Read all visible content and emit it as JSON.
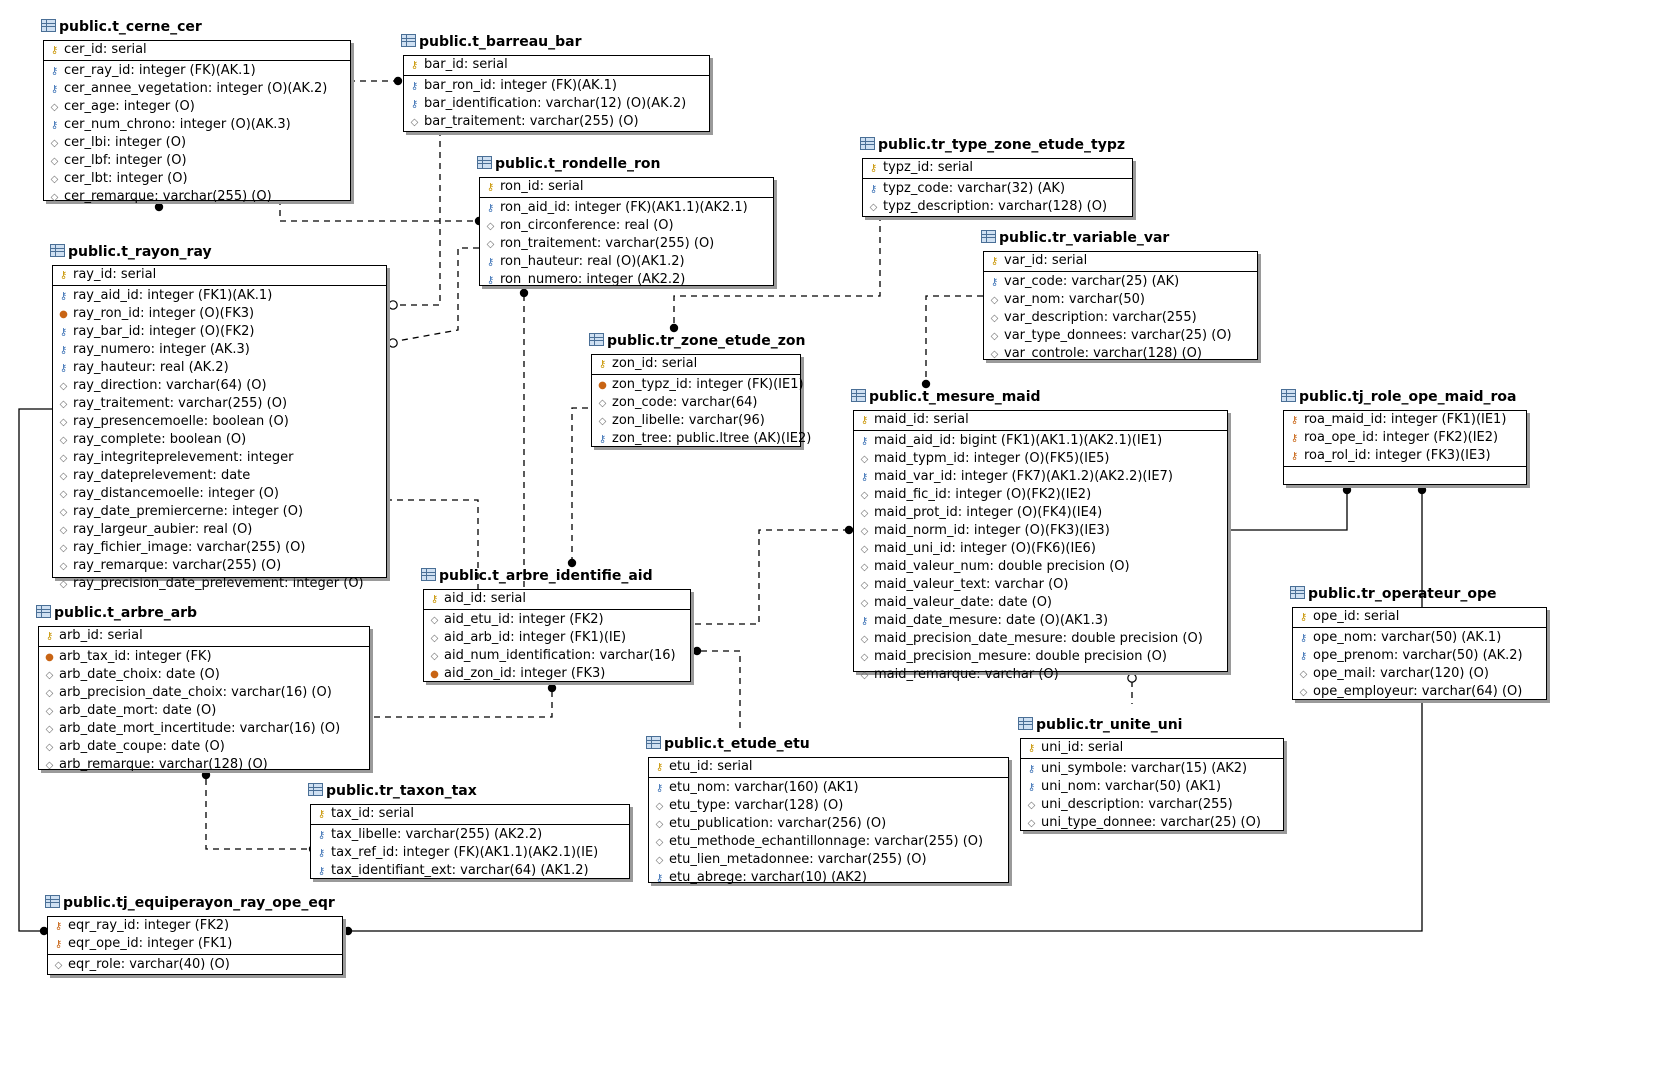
{
  "tables": [
    {
      "id": "cer",
      "name": "public.t_cerne_cer",
      "pk": [
        [
          "pk",
          "cer_id: serial"
        ]
      ],
      "cols": [
        [
          "fkak",
          "cer_ray_id: integer (FK)(AK.1)"
        ],
        [
          "ak",
          "cer_annee_vegetation: integer (O)(AK.2)"
        ],
        [
          "col",
          "cer_age: integer (O)"
        ],
        [
          "ak",
          "cer_num_chrono: integer (O)(AK.3)"
        ],
        [
          "col",
          "cer_lbi: integer (O)"
        ],
        [
          "col",
          "cer_lbf: integer (O)"
        ],
        [
          "col",
          "cer_lbt: integer (O)"
        ],
        [
          "col",
          "cer_remarque: varchar(255) (O)"
        ]
      ]
    },
    {
      "id": "bar",
      "name": "public.t_barreau_bar",
      "pk": [
        [
          "pk",
          "bar_id: serial"
        ]
      ],
      "cols": [
        [
          "fkak",
          "bar_ron_id: integer (FK)(AK.1)"
        ],
        [
          "ak",
          "bar_identification: varchar(12) (O)(AK.2)"
        ],
        [
          "col",
          "bar_traitement: varchar(255) (O)"
        ]
      ]
    },
    {
      "id": "ron",
      "name": "public.t_rondelle_ron",
      "pk": [
        [
          "pk",
          "ron_id: serial"
        ]
      ],
      "cols": [
        [
          "fkak",
          "ron_aid_id: integer (FK)(AK1.1)(AK2.1)"
        ],
        [
          "col",
          "ron_circonference: real (O)"
        ],
        [
          "col",
          "ron_traitement: varchar(255) (O)"
        ],
        [
          "ak",
          "ron_hauteur: real (O)(AK1.2)"
        ],
        [
          "ak",
          "ron_numero: integer (AK2.2)"
        ]
      ]
    },
    {
      "id": "typz",
      "name": "public.tr_type_zone_etude_typz",
      "pk": [
        [
          "pk",
          "typz_id: serial"
        ]
      ],
      "cols": [
        [
          "ak",
          "typz_code: varchar(32) (AK)"
        ],
        [
          "col",
          "typz_description: varchar(128) (O)"
        ]
      ]
    },
    {
      "id": "var",
      "name": "public.tr_variable_var",
      "pk": [
        [
          "pk",
          "var_id: serial"
        ]
      ],
      "cols": [
        [
          "ak",
          "var_code: varchar(25) (AK)"
        ],
        [
          "col",
          "var_nom: varchar(50)"
        ],
        [
          "col",
          "var_description: varchar(255)"
        ],
        [
          "col",
          "var_type_donnees: varchar(25) (O)"
        ],
        [
          "col",
          "var_controle: varchar(128) (O)"
        ]
      ]
    },
    {
      "id": "ray",
      "name": "public.t_rayon_ray",
      "pk": [
        [
          "pk",
          "ray_id: serial"
        ]
      ],
      "cols": [
        [
          "ak",
          "ray_aid_id: integer (FK1)(AK.1)"
        ],
        [
          "fk",
          "ray_ron_id: integer (O)(FK3)"
        ],
        [
          "ak",
          "ray_bar_id: integer (O)(FK2)"
        ],
        [
          "ak",
          "ray_numero: integer (AK.3)"
        ],
        [
          "ak",
          "ray_hauteur: real (AK.2)"
        ],
        [
          "col",
          "ray_direction: varchar(64) (O)"
        ],
        [
          "col",
          "ray_traitement: varchar(255) (O)"
        ],
        [
          "col",
          "ray_presencemoelle: boolean (O)"
        ],
        [
          "col",
          "ray_complete: boolean (O)"
        ],
        [
          "col",
          "ray_integriteprelevement: integer"
        ],
        [
          "col",
          "ray_dateprelevement: date"
        ],
        [
          "col",
          "ray_distancemoelle: integer (O)"
        ],
        [
          "col",
          "ray_date_premiercerne: integer (O)"
        ],
        [
          "col",
          "ray_largeur_aubier: real (O)"
        ],
        [
          "col",
          "ray_fichier_image: varchar(255) (O)"
        ],
        [
          "col",
          "ray_remarque: varchar(255) (O)"
        ],
        [
          "col",
          "ray_precision_date_prelevement: integer (O)"
        ]
      ]
    },
    {
      "id": "zon",
      "name": "public.tr_zone_etude_zon",
      "pk": [
        [
          "pk",
          "zon_id: serial"
        ]
      ],
      "cols": [
        [
          "fk",
          "zon_typz_id: integer (FK)(IE1)"
        ],
        [
          "col",
          "zon_code: varchar(64)"
        ],
        [
          "col",
          "zon_libelle: varchar(96)"
        ],
        [
          "ak",
          "zon_tree: public.ltree (AK)(IE2)"
        ]
      ]
    },
    {
      "id": "maid",
      "name": "public.t_mesure_maid",
      "pk": [
        [
          "pk",
          "maid_id: serial"
        ]
      ],
      "cols": [
        [
          "ak",
          "maid_aid_id: bigint (FK1)(AK1.1)(AK2.1)(IE1)"
        ],
        [
          "col",
          "maid_typm_id: integer (O)(FK5)(IE5)"
        ],
        [
          "fkak",
          "maid_var_id: integer (FK7)(AK1.2)(AK2.2)(IE7)"
        ],
        [
          "col",
          "maid_fic_id: integer (O)(FK2)(IE2)"
        ],
        [
          "col",
          "maid_prot_id: integer (O)(FK4)(IE4)"
        ],
        [
          "col",
          "maid_norm_id: integer (O)(FK3)(IE3)"
        ],
        [
          "col",
          "maid_uni_id: integer (O)(FK6)(IE6)"
        ],
        [
          "col",
          "maid_valeur_num: double precision (O)"
        ],
        [
          "col",
          "maid_valeur_text: varchar (O)"
        ],
        [
          "col",
          "maid_valeur_date: date (O)"
        ],
        [
          "ak",
          "maid_date_mesure: date (O)(AK1.3)"
        ],
        [
          "col",
          "maid_precision_date_mesure: double precision (O)"
        ],
        [
          "col",
          "maid_precision_mesure: double precision (O)"
        ],
        [
          "col",
          "maid_remarque: varchar (O)"
        ]
      ]
    },
    {
      "id": "roa",
      "name": "public.tj_role_ope_maid_roa",
      "pk": [
        [
          "fkpk",
          "roa_maid_id: integer (FK1)(IE1)"
        ],
        [
          "fkpk",
          "roa_ope_id: integer (FK2)(IE2)"
        ],
        [
          "fkpk",
          "roa_rol_id: integer (FK3)(IE3)"
        ]
      ],
      "cols": []
    },
    {
      "id": "arb",
      "name": "public.t_arbre_arb",
      "pk": [
        [
          "pk",
          "arb_id: serial"
        ]
      ],
      "cols": [
        [
          "fk",
          "arb_tax_id: integer (FK)"
        ],
        [
          "col",
          "arb_date_choix: date (O)"
        ],
        [
          "col",
          "arb_precision_date_choix: varchar(16) (O)"
        ],
        [
          "col",
          "arb_date_mort: date (O)"
        ],
        [
          "col",
          "arb_date_mort_incertitude: varchar(16) (O)"
        ],
        [
          "col",
          "arb_date_coupe: date (O)"
        ],
        [
          "col",
          "arb_remarque: varchar(128) (O)"
        ]
      ]
    },
    {
      "id": "aid",
      "name": "public.t_arbre_identifie_aid",
      "pk": [
        [
          "pk",
          "aid_id: serial"
        ]
      ],
      "cols": [
        [
          "col",
          "aid_etu_id: integer (FK2)"
        ],
        [
          "col",
          "aid_arb_id: integer (FK1)(IE)"
        ],
        [
          "col",
          "aid_num_identification: varchar(16)"
        ],
        [
          "fk",
          "aid_zon_id: integer (FK3)"
        ]
      ]
    },
    {
      "id": "ope",
      "name": "public.tr_operateur_ope",
      "pk": [
        [
          "pk",
          "ope_id: serial"
        ]
      ],
      "cols": [
        [
          "ak",
          "ope_nom: varchar(50) (AK.1)"
        ],
        [
          "ak",
          "ope_prenom: varchar(50) (AK.2)"
        ],
        [
          "col",
          "ope_mail: varchar(120) (O)"
        ],
        [
          "col",
          "ope_employeur: varchar(64) (O)"
        ]
      ]
    },
    {
      "id": "etu",
      "name": "public.t_etude_etu",
      "pk": [
        [
          "pk",
          "etu_id: serial"
        ]
      ],
      "cols": [
        [
          "ak",
          "etu_nom: varchar(160) (AK1)"
        ],
        [
          "col",
          "etu_type: varchar(128) (O)"
        ],
        [
          "col",
          "etu_publication: varchar(256) (O)"
        ],
        [
          "col",
          "etu_methode_echantillonnage: varchar(255) (O)"
        ],
        [
          "col",
          "etu_lien_metadonnee: varchar(255) (O)"
        ],
        [
          "ak",
          "etu_abrege: varchar(10) (AK2)"
        ]
      ]
    },
    {
      "id": "uni",
      "name": "public.tr_unite_uni",
      "pk": [
        [
          "pk",
          "uni_id: serial"
        ]
      ],
      "cols": [
        [
          "ak",
          "uni_symbole: varchar(15) (AK2)"
        ],
        [
          "ak",
          "uni_nom: varchar(50) (AK1)"
        ],
        [
          "col",
          "uni_description: varchar(255)"
        ],
        [
          "col",
          "uni_type_donnee: varchar(25) (O)"
        ]
      ]
    },
    {
      "id": "tax",
      "name": "public.tr_taxon_tax",
      "pk": [
        [
          "pk",
          "tax_id: serial"
        ]
      ],
      "cols": [
        [
          "ak",
          "tax_libelle: varchar(255) (AK2.2)"
        ],
        [
          "fkak",
          "tax_ref_id: integer (FK)(AK1.1)(AK2.1)(IE)"
        ],
        [
          "ak",
          "tax_identifiant_ext: varchar(64) (AK1.2)"
        ]
      ]
    },
    {
      "id": "eqr",
      "name": "public.tj_equiperayon_ray_ope_eqr",
      "pk": [
        [
          "fkpk",
          "eqr_ray_id: integer (FK2)"
        ],
        [
          "fkpk",
          "eqr_ope_id: integer (FK1)"
        ]
      ],
      "cols": [
        [
          "col",
          "eqr_role: varchar(40) (O)"
        ]
      ]
    }
  ],
  "key_icons": {
    "pk": "primary-key-icon",
    "ak": "alternate-key-icon",
    "fk": "foreign-key-icon",
    "fkak": "foreign-alternate-key-icon",
    "fkpk": "foreign-primary-key-icon",
    "col": "column-icon"
  },
  "colors": {
    "line": "#000000",
    "shadow": "#9a9a9a",
    "table_icon": "#4a6f96"
  }
}
